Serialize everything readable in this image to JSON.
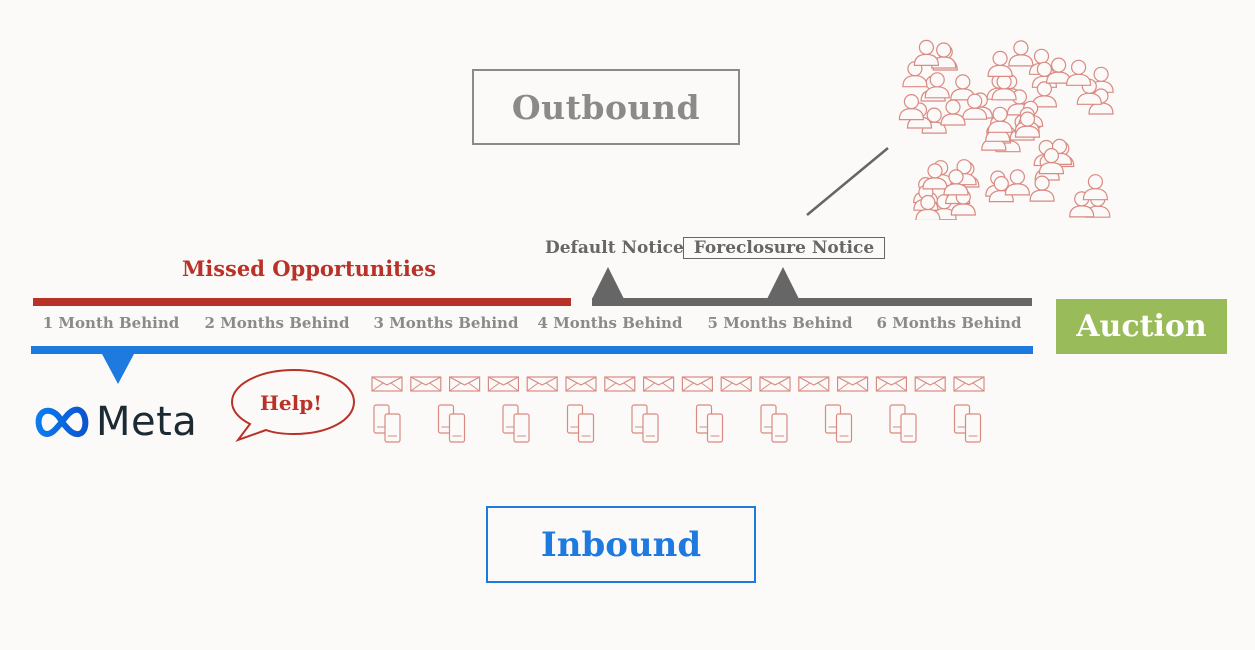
{
  "labels": {
    "outbound": "Outbound",
    "inbound": "Inbound",
    "missed_opportunities": "Missed Opportunities",
    "default_notice": "Default Notice",
    "foreclosure_notice": "Foreclosure Notice",
    "auction": "Auction",
    "help": "Help!",
    "meta": "Meta"
  },
  "months": [
    "1 Month Behind",
    "2 Months Behind",
    "3 Months Behind",
    "4 Months Behind",
    "5 Months Behind",
    "6 Months Behind"
  ],
  "icons": {
    "envelope": "envelope-icon",
    "phone": "phone-icon",
    "person": "person-icon",
    "meta_logo": "meta-infinity-icon"
  },
  "colors": {
    "red": "#b83228",
    "blue": "#1f7ae0",
    "gray": "#666666",
    "green": "#9abb59",
    "icon_red": "#d98a82"
  },
  "counts": {
    "envelopes": 16,
    "phones": 10,
    "people": 60
  }
}
